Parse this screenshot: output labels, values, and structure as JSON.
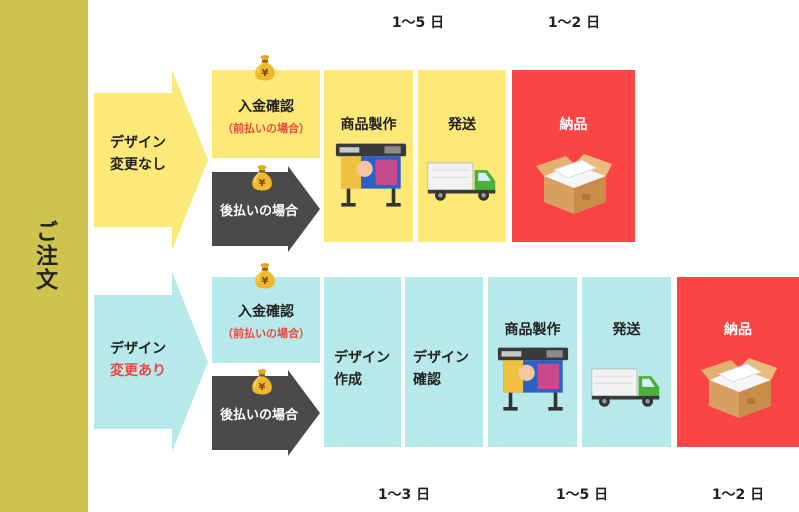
{
  "side_label": "ご注文",
  "days": {
    "top_1": "1〜5 日",
    "top_2": "1〜2 日",
    "bottom_1": "1〜3 日",
    "bottom_2": "1〜5 日",
    "bottom_3": "1〜2 日"
  },
  "row1": {
    "arrow_line1": "デザイン",
    "arrow_line2": "変更なし",
    "prepay_title": "入金確認",
    "prepay_sub": "（前払いの場合）",
    "postpay": "後払いの場合",
    "production": "商品製作",
    "shipping": "発送",
    "delivery": "納品"
  },
  "row2": {
    "arrow_line1": "デザイン",
    "arrow_line2": "変更あり",
    "prepay_title": "入金確認",
    "prepay_sub": "（前払いの場合）",
    "postpay": "後払いの場合",
    "design_make_1": "デザイン",
    "design_make_2": "作成",
    "design_confirm_1": "デザイン",
    "design_confirm_2": "確認",
    "production": "商品製作",
    "shipping": "発送",
    "delivery": "納品"
  },
  "icons": {
    "money_bag": "money-bag-icon",
    "printer": "printer-icon",
    "truck": "truck-icon",
    "box": "cardboard-box-icon"
  },
  "colors": {
    "side": "#cfc34f",
    "yellow": "#fde977",
    "cyan": "#b8e9ea",
    "red": "#fb4444",
    "dark": "#4a4a4a",
    "note_red": "#e84a3f"
  }
}
